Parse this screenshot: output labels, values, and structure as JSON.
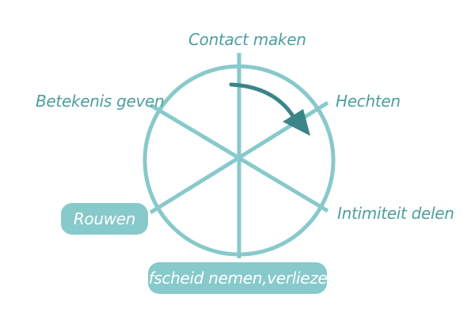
{
  "diagram": {
    "stages": {
      "top": "Contact maken",
      "upper_right": "Hechten",
      "lower_right": "Intimiteit delen",
      "bottom": "Afscheid nemen,verliezen",
      "lower_left": "Rouwen",
      "upper_left": "Betekenis geven"
    },
    "highlighted": [
      "bottom",
      "lower_left"
    ],
    "direction": "clockwise",
    "colors": {
      "wheel": "#88c9cb",
      "label_text": "#4e9ea0",
      "arrow": "#3b8589",
      "pill_bg": "#88c9cb",
      "pill_text": "#ffffff"
    }
  }
}
